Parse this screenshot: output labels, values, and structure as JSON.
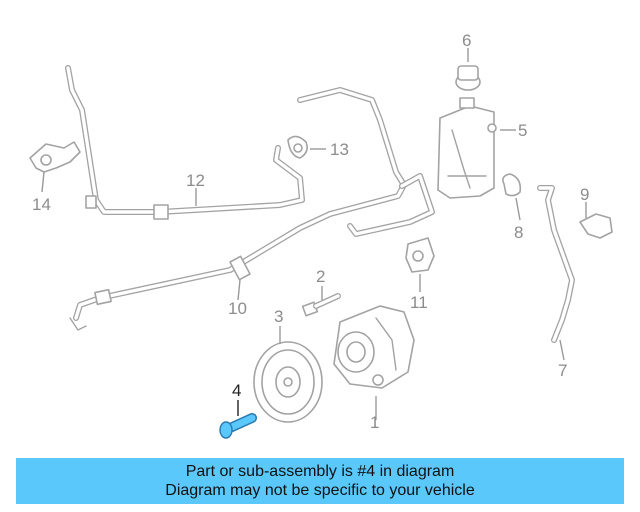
{
  "callouts": {
    "c1": "1",
    "c2": "2",
    "c3": "3",
    "c4": "4",
    "c5": "5",
    "c6": "6",
    "c7": "7",
    "c8": "8",
    "c9": "9",
    "c10": "10",
    "c11": "11",
    "c12": "12",
    "c13": "13",
    "c14": "14"
  },
  "highlighted_part": "4",
  "colors": {
    "highlight": "#5ac8fa",
    "banner_bg": "#5ac8fa",
    "line_art": "#a3a3a3"
  },
  "banner": {
    "line1": "Part or sub-assembly is #4 in diagram",
    "line2": "Diagram may not be specific to your vehicle"
  }
}
